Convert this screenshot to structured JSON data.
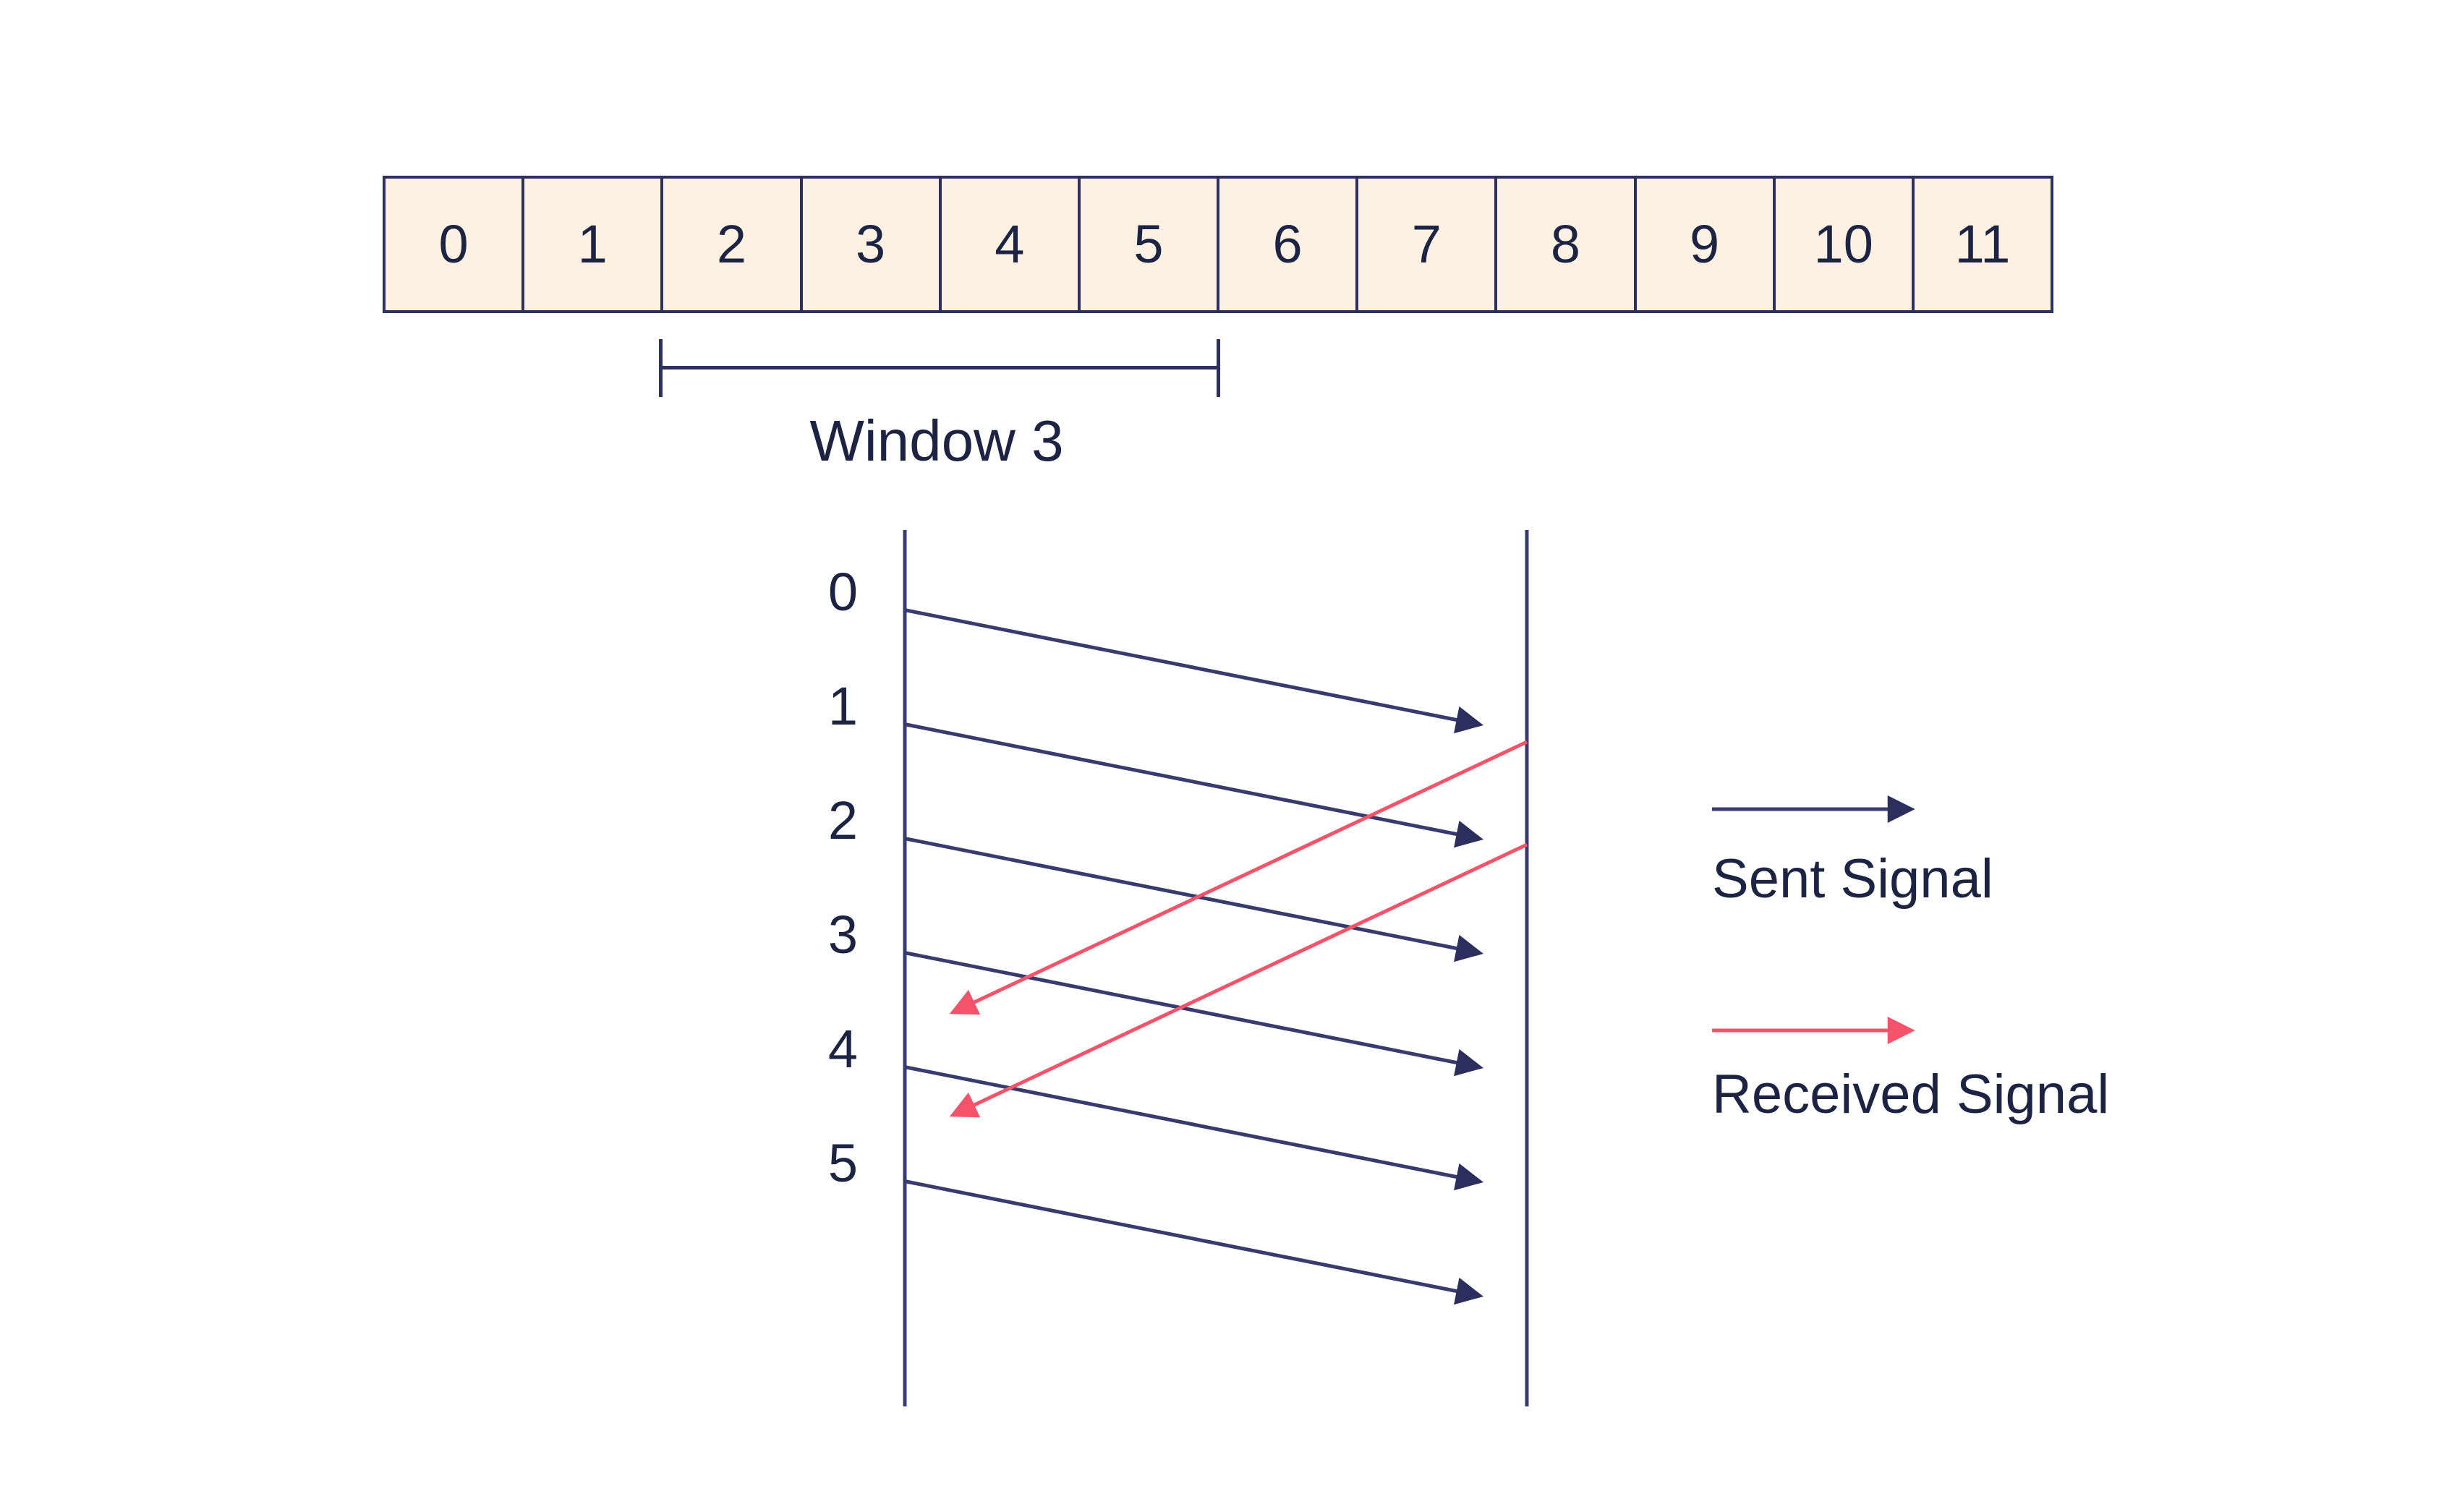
{
  "box_row": {
    "cells": [
      "0",
      "1",
      "2",
      "3",
      "4",
      "5",
      "6",
      "7",
      "8",
      "9",
      "10",
      "11"
    ]
  },
  "window": {
    "label": "Window 3",
    "covers_cells": [
      "2",
      "3",
      "4",
      "5"
    ]
  },
  "timeline": {
    "sender_labels": [
      "0",
      "1",
      "2",
      "3",
      "4",
      "5"
    ],
    "sent_signal_count": 6,
    "received_signal_count": 2
  },
  "legend": {
    "sent_label": "Sent Signal",
    "received_label": "Received Signal"
  },
  "colors": {
    "navy_stroke": "#383b6e",
    "navy_dark_text": "#1d2342",
    "box_border": "#2d3160",
    "box_fill": "#fcf1e2",
    "pink": "#f4536a",
    "background": "#ffffff"
  }
}
